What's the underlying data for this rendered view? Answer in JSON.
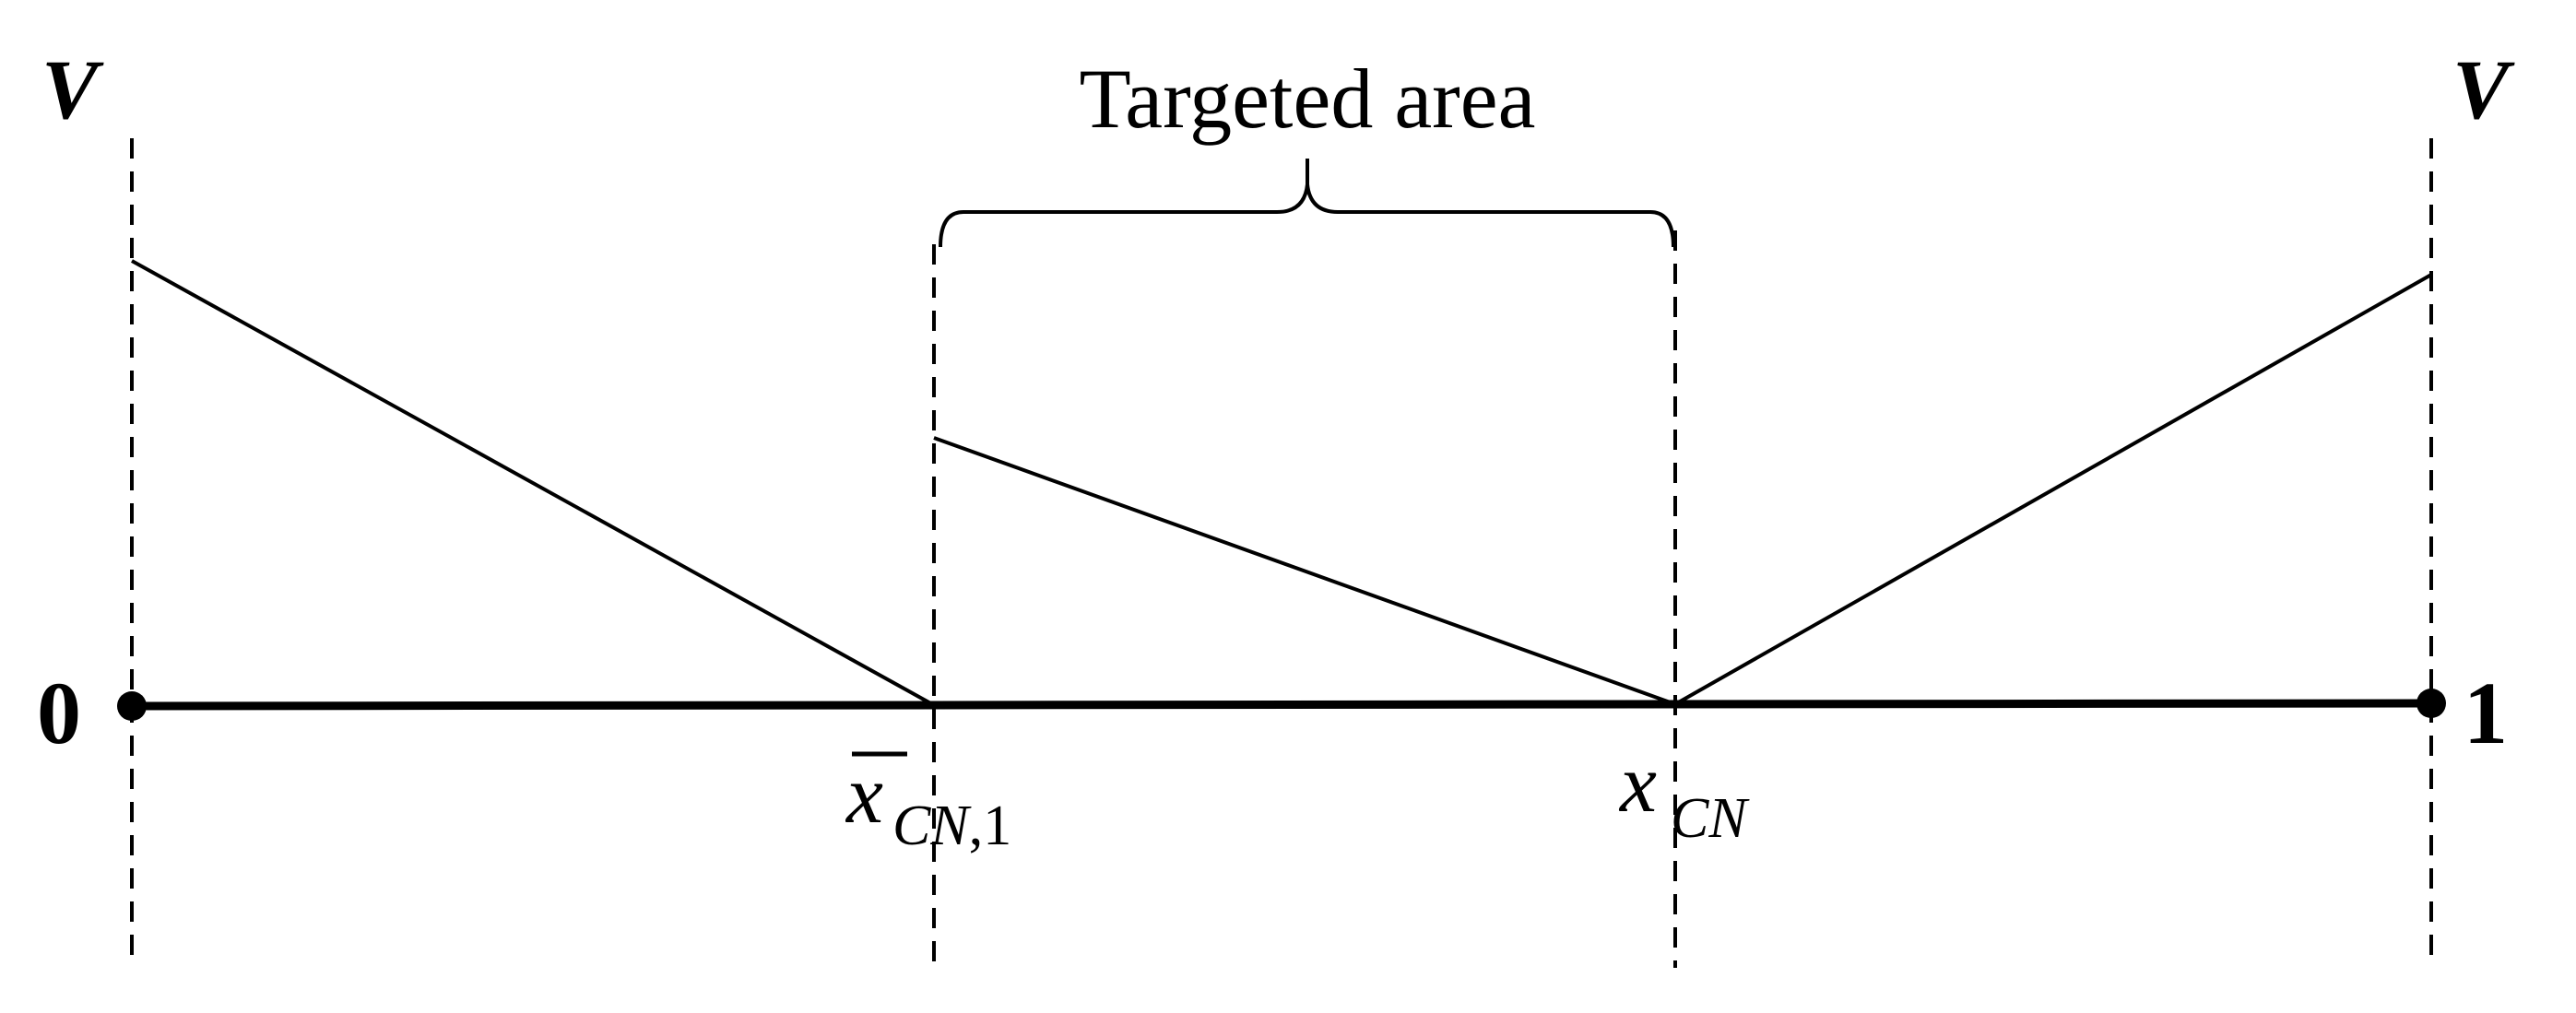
{
  "diagram": {
    "title": "Targeted area",
    "left_axis_label": "V",
    "right_axis_label": "V",
    "left_end_label": "0",
    "right_end_label": "1",
    "marker_1": {
      "main": "x",
      "sub_italic": "CN",
      "sub_tail": ",1",
      "overbar": true
    },
    "marker_2": {
      "main": "x",
      "sub_italic": "CN"
    }
  },
  "colors": {
    "ink": "#000000",
    "background": "#ffffff"
  }
}
